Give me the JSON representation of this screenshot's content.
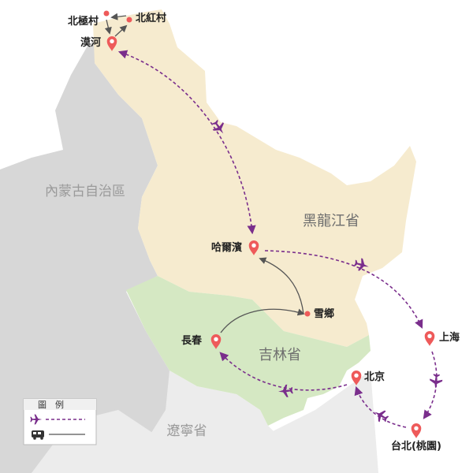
{
  "map": {
    "regions": {
      "inner_mongolia": "內蒙古自治區",
      "heilongjiang": "黑龍江省",
      "jilin": "吉林省",
      "liaoning": "遼寧省"
    },
    "cities": {
      "beijicun": "北極村",
      "beihongcun": "北紅村",
      "mohe": "漠河",
      "harbin": "哈爾濱",
      "xuexiang": "雪鄉",
      "changchun": "長春",
      "beijing": "北京",
      "shanghai": "上海",
      "taipei": "台北(桃園)"
    },
    "legend": {
      "title": "圖　例",
      "items": [
        {
          "icon": "airplane-icon",
          "line": "dashed",
          "meaning": "flight"
        },
        {
          "icon": "bus-icon",
          "line": "solid",
          "meaning": "ground-transport"
        }
      ]
    },
    "colors": {
      "heilongjiang": "#f6ebcf",
      "jilin": "#d5e8c3",
      "gray_land": "#d7d7d7",
      "light_gray_land": "#ececec",
      "flight_route": "#7a2e8c",
      "ground_route": "#555555",
      "pin": "#ee5a5a"
    }
  }
}
